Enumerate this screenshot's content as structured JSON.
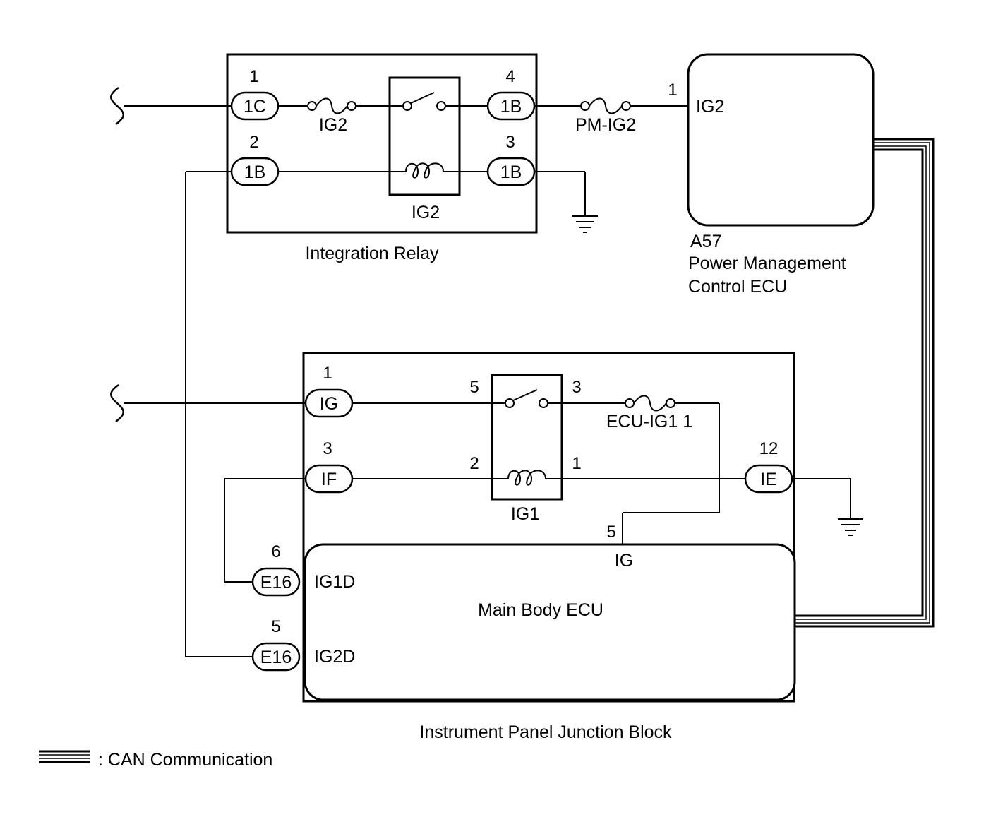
{
  "integration_relay": {
    "name": "Integration Relay",
    "relay_name": "IG2",
    "fuse": "IG2",
    "pins": {
      "p1": {
        "num": "1",
        "conn": "1C"
      },
      "p2": {
        "num": "2",
        "conn": "1B"
      },
      "p4": {
        "num": "4",
        "conn": "1B"
      },
      "p3": {
        "num": "3",
        "conn": "1B"
      }
    }
  },
  "pm_ig2_fuse": "PM-IG2",
  "power_ecu": {
    "code": "A57",
    "name_line1": "Power Management",
    "name_line2": "Control ECU",
    "pin_num": "1",
    "pin_label": "IG2"
  },
  "junction_block": {
    "name": "Instrument Panel Junction Block",
    "relay_name": "IG1",
    "fuse": "ECU-IG1 1",
    "pins": {
      "ig": {
        "num": "1",
        "conn": "IG"
      },
      "if": {
        "num": "3",
        "conn": "IF"
      },
      "ie": {
        "num": "12",
        "conn": "IE"
      }
    },
    "relay_pins": {
      "p5": "5",
      "p3": "3",
      "p2": "2",
      "p1": "1"
    }
  },
  "main_body_ecu": {
    "name": "Main Body ECU",
    "ig_pin_num": "5",
    "ig_label": "IG",
    "ig1d": {
      "num": "6",
      "conn": "E16",
      "label": "IG1D"
    },
    "ig2d": {
      "num": "5",
      "conn": "E16",
      "label": "IG2D"
    }
  },
  "legend": {
    "can_label": ": CAN Communication"
  }
}
